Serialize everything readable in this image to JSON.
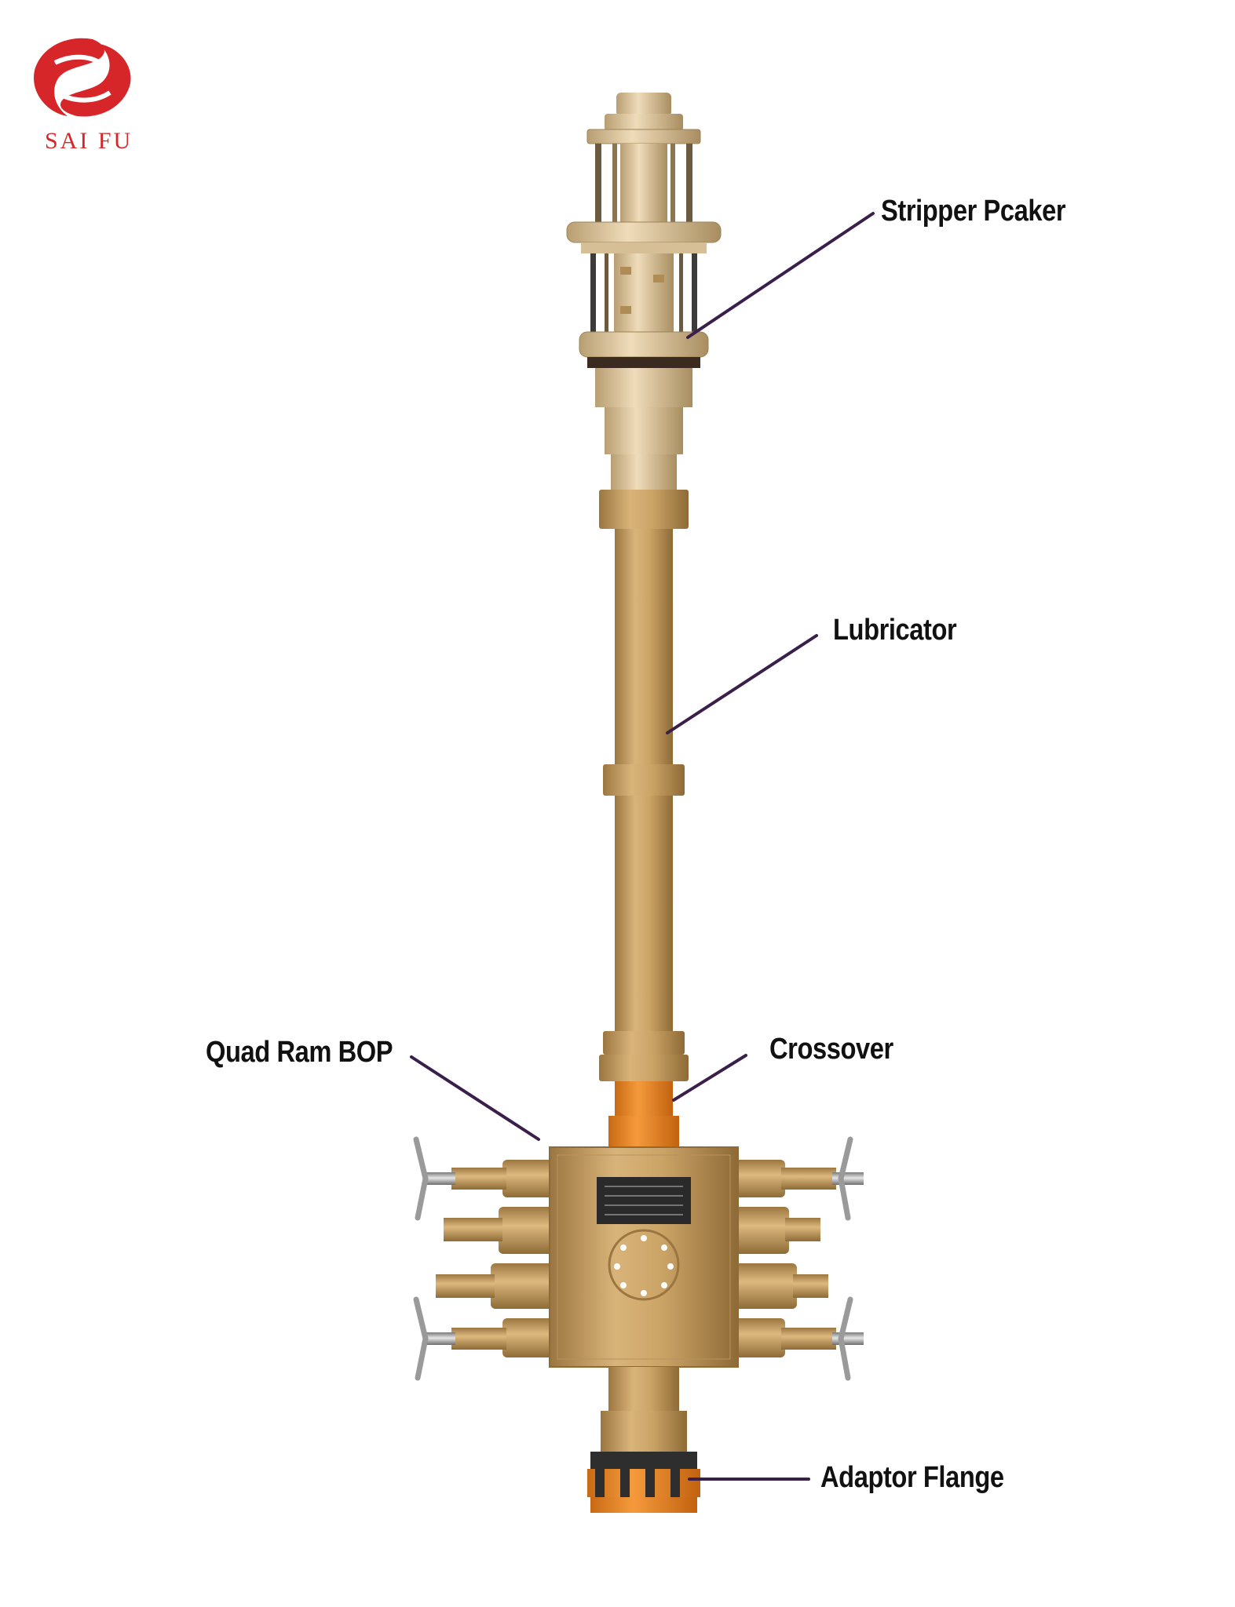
{
  "brand": {
    "name": "SAI FU",
    "color": "#d7262a"
  },
  "colors": {
    "body_tan": "#c9a46a",
    "body_tan_dark": "#a27c44",
    "light_tan": "#e2cda5",
    "crossover_orange": "#ea8a2b",
    "rod_grey": "#9a9a9a",
    "leader_line": "#3a1f4a"
  },
  "callouts": [
    {
      "id": "stripper-packer",
      "text": "Stripper Pcaker"
    },
    {
      "id": "lubricator",
      "text": "Lubricator"
    },
    {
      "id": "quad-ram-bop",
      "text": "Quad Ram BOP"
    },
    {
      "id": "crossover",
      "text": "Crossover"
    },
    {
      "id": "adaptor-flange",
      "text": "Adaptor Flange"
    }
  ]
}
